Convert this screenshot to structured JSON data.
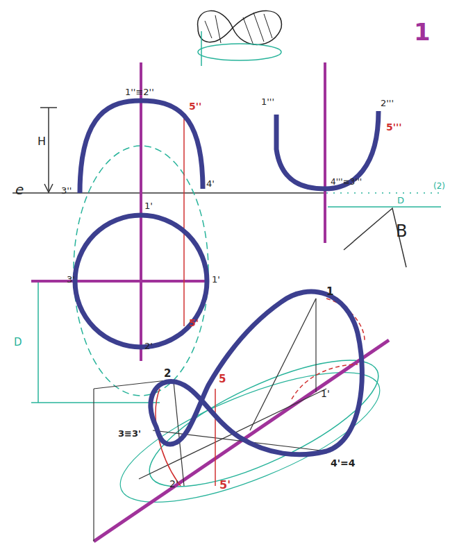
{
  "diagram": {
    "labels": [
      "1",
      "H",
      "e",
      "1''≡2''",
      "5''",
      "3''",
      "4'",
      "1'''",
      "2'''",
      "5'''",
      "4'''≡3'''",
      "(2)",
      "D",
      "B",
      "1'",
      "3'",
      "1'",
      "2'",
      "5'",
      "D",
      "1",
      "1'",
      "2",
      "5",
      "3≡3'",
      "2'",
      "4'=4",
      "5'"
    ]
  }
}
